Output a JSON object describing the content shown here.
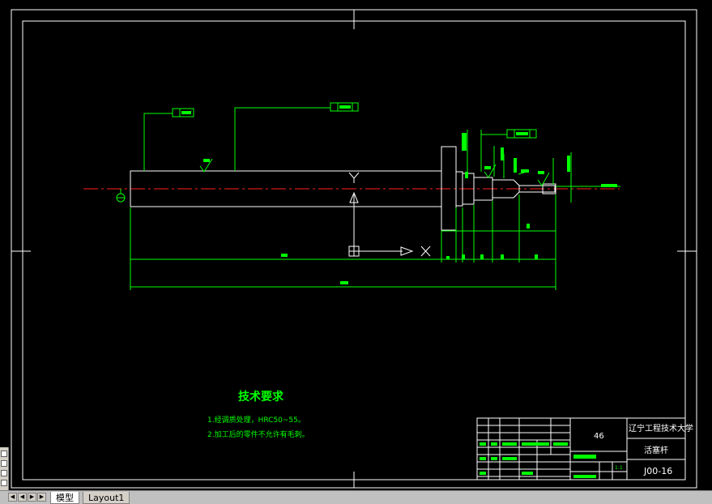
{
  "colors": {
    "background": "#000000",
    "frame": "#ffffff",
    "dimension": "#00ff00",
    "centerline": "#ff0000",
    "text": "#00ff00"
  },
  "technical_requirements": {
    "heading": "技术要求",
    "items": [
      "1.经调质处理，HRC50~55。",
      "2.加工后的零件不允许有毛刺。"
    ]
  },
  "title_block": {
    "material": "46",
    "school": "辽宁工程技术大学",
    "part_name": "活塞杆",
    "drawing_no": "J00-16",
    "scale": "1:1"
  },
  "tabs": {
    "model": "模型",
    "layout1": "Layout1"
  },
  "icons": [
    "first-tab-icon",
    "prev-tab-icon",
    "next-tab-icon",
    "last-tab-icon",
    "ucs-icon"
  ]
}
